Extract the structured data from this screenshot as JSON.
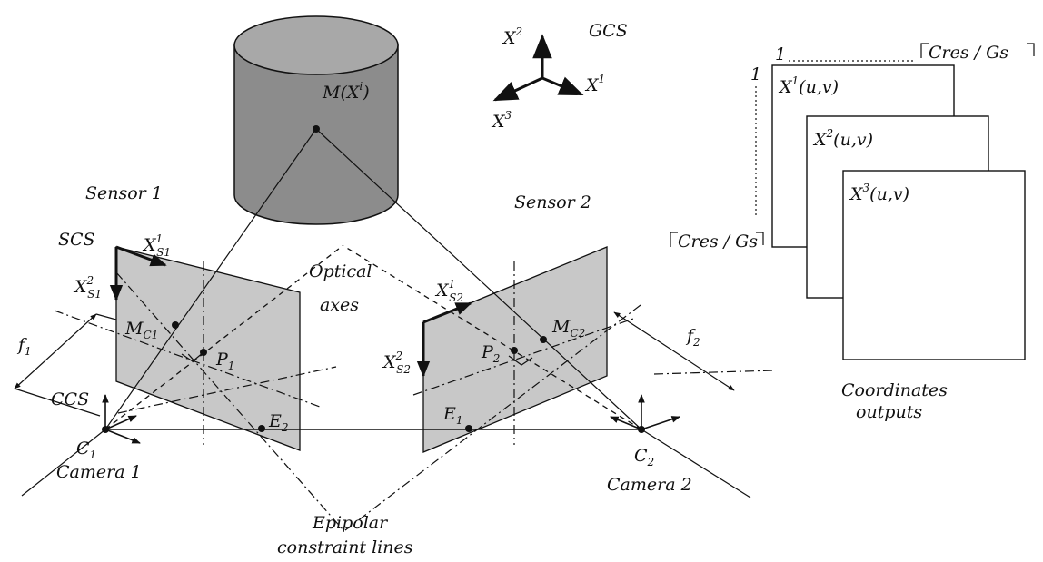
{
  "labels": {
    "gcs": "GCS",
    "sensor1": "Sensor 1",
    "sensor2": "Sensor 2",
    "scs": "SCS",
    "ccs": "CCS",
    "optical_axes_line1": "Optical",
    "optical_axes_line2": "axes",
    "camera1": "Camera 1",
    "camera2": "Camera 2",
    "epipolar_line1": "Epipolar",
    "epipolar_line2": "constraint lines",
    "coords_line1": "Coordinates",
    "coords_line2": "outputs",
    "one_top": "1",
    "one_left": "1",
    "cres_gs": "Cres / Gs",
    "m_point": "M(X",
    "m_point_sup": "i",
    "x1": "X",
    "x1_sup": "1",
    "x2": "X",
    "x2_sup": "2",
    "x3": "X",
    "x3_sup": "3",
    "xs1_1": "X",
    "xs1_1_sup": "1",
    "xs1_1_sub": "S1",
    "xs1_2": "X",
    "xs1_2_sup": "2",
    "xs1_2_sub": "S1",
    "xs2_1": "X",
    "xs2_1_sup": "1",
    "xs2_1_sub": "S2",
    "xs2_2": "X",
    "xs2_2_sup": "2",
    "xs2_2_sub": "S2",
    "mc1": "M",
    "mc1_sub": "C1",
    "mc2": "M",
    "mc2_sub": "C2",
    "p1": "P",
    "p1_sub": "1",
    "p2": "P",
    "p2_sub": "2",
    "e1": "E",
    "e1_sub": "1",
    "e2": "E",
    "e2_sub": "2",
    "c1": "C",
    "c1_sub": "1",
    "c2": "C",
    "c2_sub": "2",
    "f1": "f",
    "f1_sub": "1",
    "f2": "f",
    "f2_sub": "2",
    "out1": "X",
    "out1_sup": "1",
    "out1_arg": "(u,v)",
    "out2": "X",
    "out2_sup": "2",
    "out2_arg": "(u,v)",
    "out3": "X",
    "out3_sup": "3",
    "out3_arg": "(u,v)"
  },
  "colors": {
    "object_fill": "#8c8c8c",
    "object_top": "#a8a8a8",
    "sensor_fill": "#c8c8c8",
    "ink": "#111111"
  }
}
